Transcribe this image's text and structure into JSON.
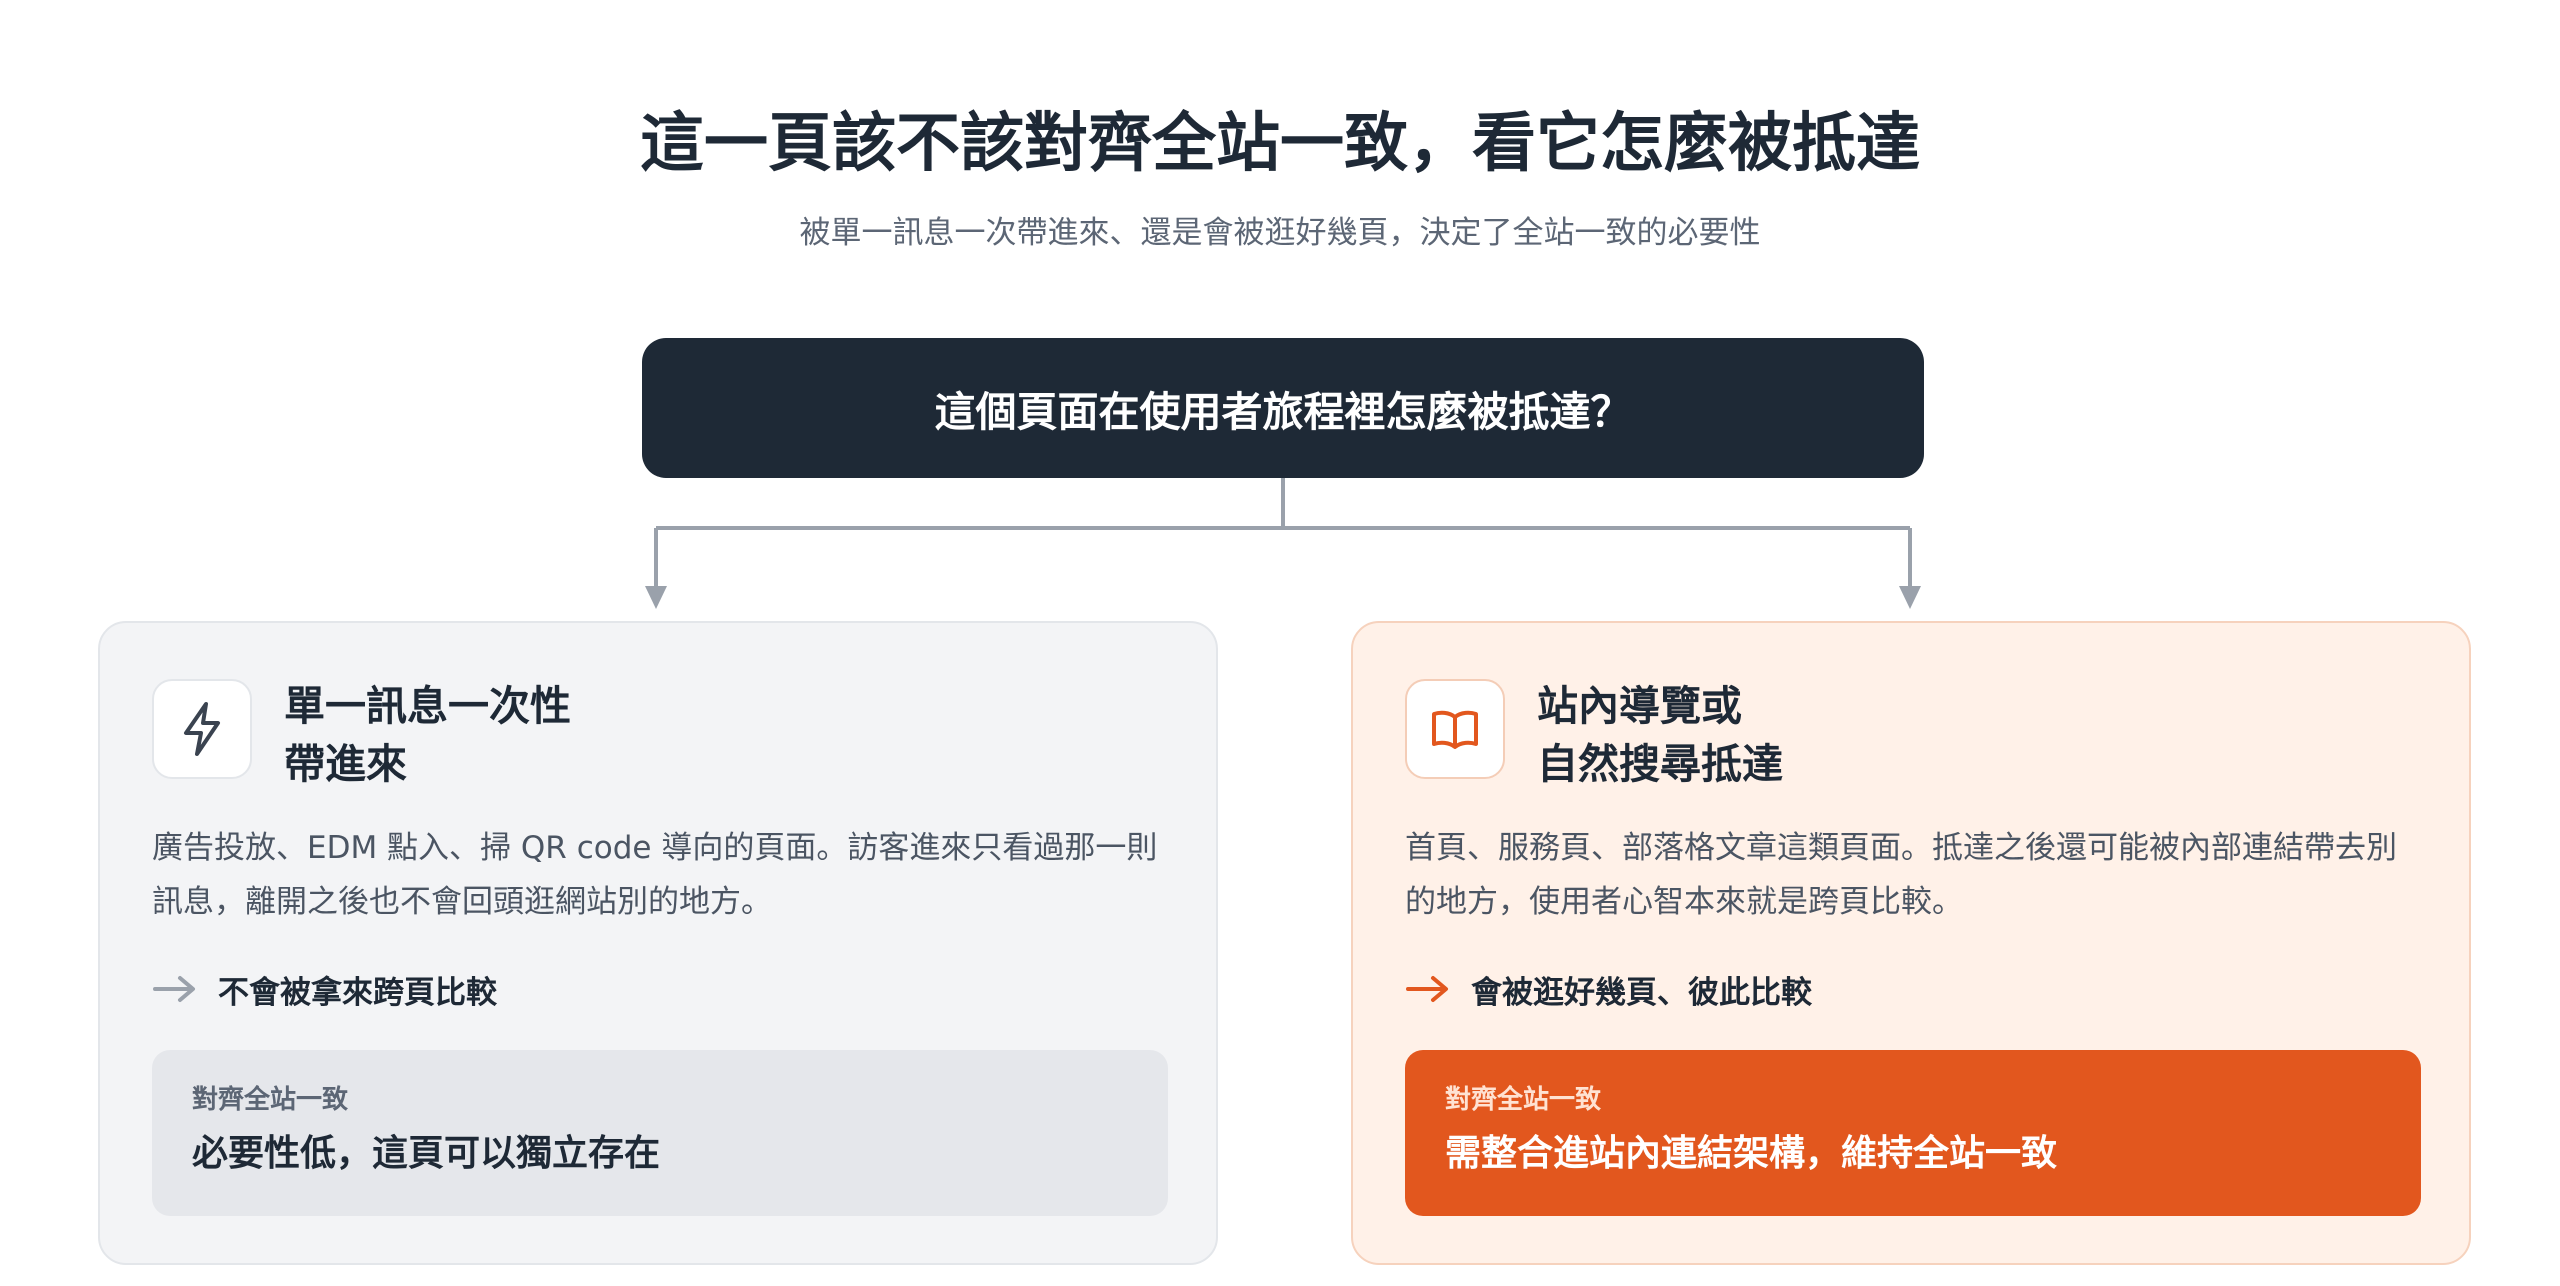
{
  "header": {
    "title": "這一頁該不該對齊全站一致，看它怎麼被抵達",
    "subtitle": "被單一訊息一次帶進來、還是會被逛好幾頁，決定了全站一致的必要性"
  },
  "question": "這個頁面在使用者旅程裡怎麼被抵達？",
  "colors": {
    "dark": "#1e2936",
    "accent": "#e2571e",
    "connector": "#9aa1ab"
  },
  "cards": [
    {
      "icon": "lightning-icon",
      "title_line1": "單一訊息一次性",
      "title_line2": "帶進來",
      "body": "廣告投放、EDM 點入、掃 QR code 導向的頁面。訪客進來只看過那一則訊息，離開之後也不會回頭逛網站別的地方。",
      "outcome": "不會被拿來跨頁比較",
      "verdict_label": "對齊全站一致",
      "verdict_text": "必要性低，這頁可以獨立存在"
    },
    {
      "icon": "open-book-icon",
      "title_line1": "站內導覽或",
      "title_line2": "自然搜尋抵達",
      "body": "首頁、服務頁、部落格文章這類頁面。抵達之後還可能被內部連結帶去別的地方，使用者心智本來就是跨頁比較。",
      "outcome": "會被逛好幾頁、彼此比較",
      "verdict_label": "對齊全站一致",
      "verdict_text": "需整合進站內連結架構，維持全站一致"
    }
  ]
}
